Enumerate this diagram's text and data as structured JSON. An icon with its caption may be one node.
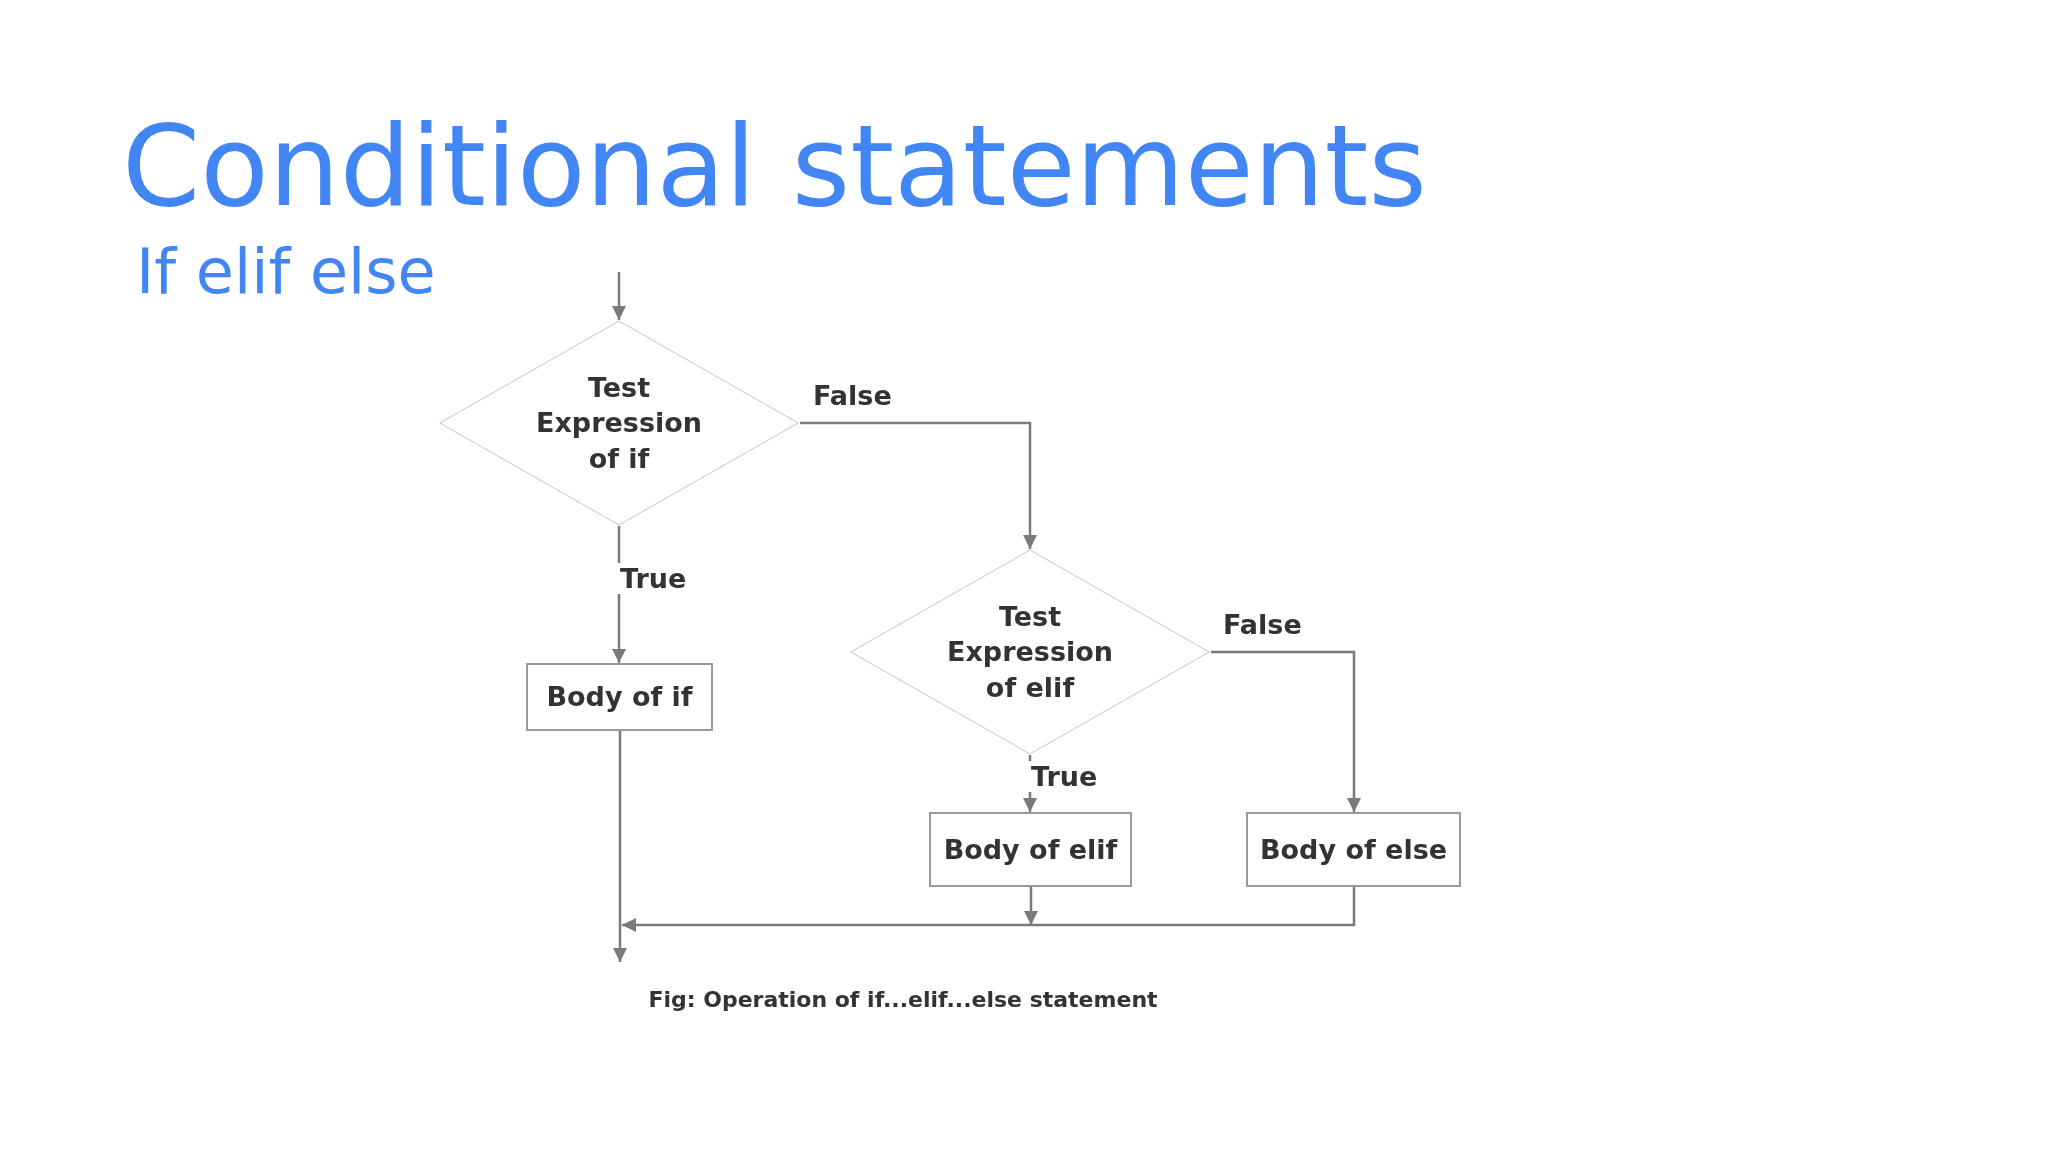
{
  "diagram": {
    "title": "Conditional statements",
    "caption": "Fig: Operation of if...elif...else statement",
    "labels": [
      "If elif else"
    ],
    "nodes": [
      {
        "text": [
          "Test Expression of if"
        ]
      },
      {
        "text": [
          "Test Expression of elif"
        ]
      },
      {
        "text": [
          "Body of if"
        ]
      },
      {
        "text": [
          "Body of elif"
        ]
      },
      {
        "text": [
          "Body of else"
        ]
      }
    ],
    "edges": [
      {
        "from": null,
        "to": 0,
        "arrow": "to"
      },
      {
        "from": 0,
        "to": 1,
        "label": "False",
        "arrow": "to"
      },
      {
        "from": 0,
        "to": 2,
        "label": "True",
        "arrow": "to"
      },
      {
        "from": 1,
        "to": 3,
        "label": "True",
        "arrow": "to"
      },
      {
        "from": 1,
        "to": 4,
        "label": "False",
        "arrow": "to"
      },
      {
        "from": 2,
        "to": null,
        "arrow": "to"
      },
      {
        "from": 3,
        "to": null,
        "arrow": "to"
      },
      {
        "from": 4,
        "to": null,
        "arrow": "to"
      }
    ]
  }
}
